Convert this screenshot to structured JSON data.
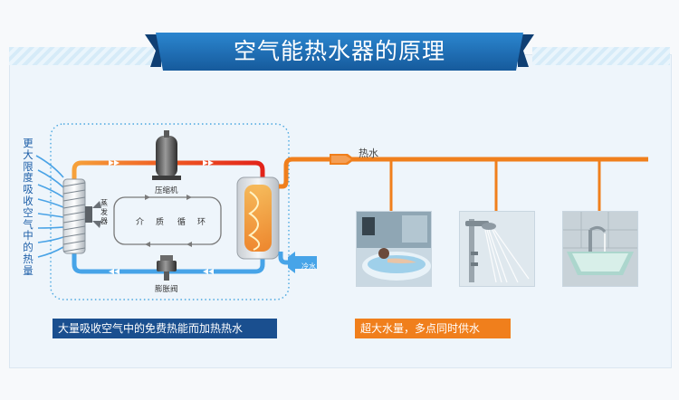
{
  "banner": {
    "title": "空气能热水器的原理"
  },
  "side_text": "更大限度吸收空气中的热量",
  "labels": {
    "compressor": "压缩机",
    "expansion_valve": "膨胀阀",
    "evaporator": "蒸发器",
    "cycle": [
      "介",
      "质",
      "循",
      "环"
    ],
    "hot_water": "热水",
    "cold_water": "冷水"
  },
  "captions": {
    "left": "大量吸收空气中的免费热能而加热热水",
    "right": "超大水量，多点同时供水"
  },
  "colors": {
    "banner_blue": "#1f6fb8",
    "hot_orange": "#f07f1c",
    "cold_blue": "#47a4e8",
    "caption_navy": "#1a4f8f"
  },
  "photos": [
    {
      "subject": "bathtub",
      "icon": "bathtub-photo"
    },
    {
      "subject": "shower",
      "icon": "shower-photo"
    },
    {
      "subject": "sink",
      "icon": "sink-photo"
    }
  ]
}
